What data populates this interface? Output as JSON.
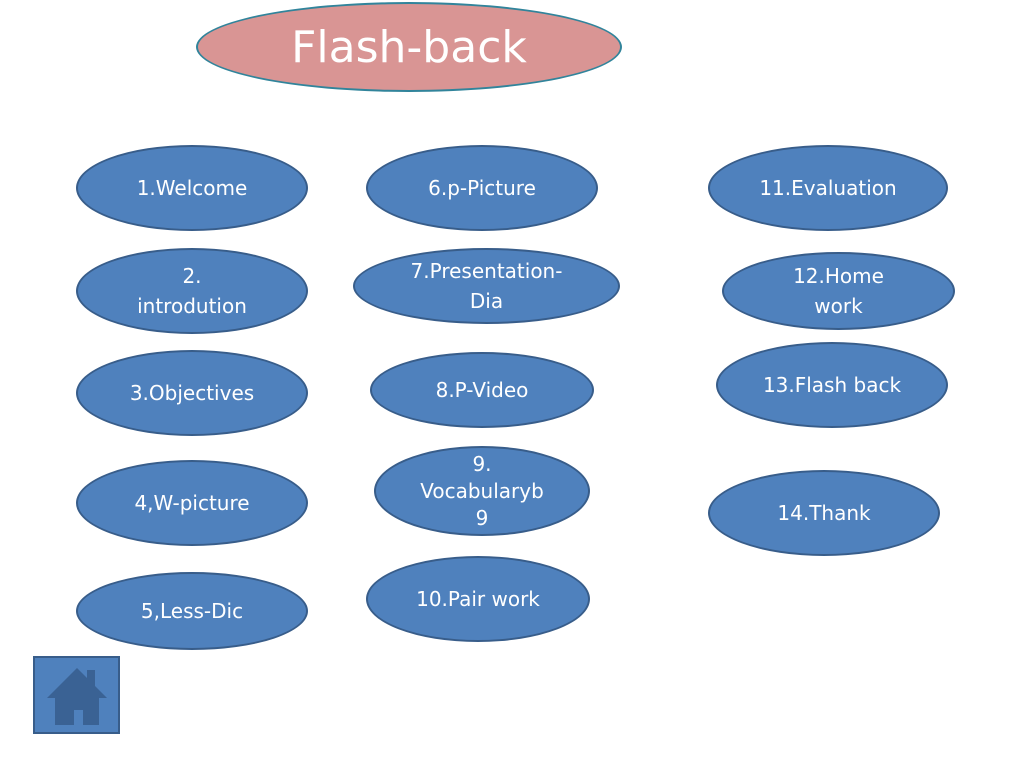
{
  "title": "Flash-back",
  "buttons": {
    "b1": "1.Welcome",
    "b2a": "2.",
    "b2b": "introdution",
    "b3": "3.Objectives",
    "b4": "4,W-picture",
    "b5": "5,Less-Dic",
    "b6": "6.p-Picture",
    "b7a": "7.Presentation-",
    "b7b": "Dia",
    "b8": "8.P-Video",
    "b9a": "9.",
    "b9b": "Vocabularyb",
    "b9c": "9",
    "b10": "10.Pair work",
    "b11": "11.Evaluation",
    "b12a": "12.Home",
    "b12b": "work",
    "b13": "13.Flash back",
    "b14": "14.Thank"
  },
  "icons": {
    "home": "home-icon"
  },
  "colors": {
    "title_fill": "#d99594",
    "title_border": "#31849b",
    "button_fill": "#4f81bd",
    "button_border": "#385d8a",
    "text": "#ffffff"
  }
}
